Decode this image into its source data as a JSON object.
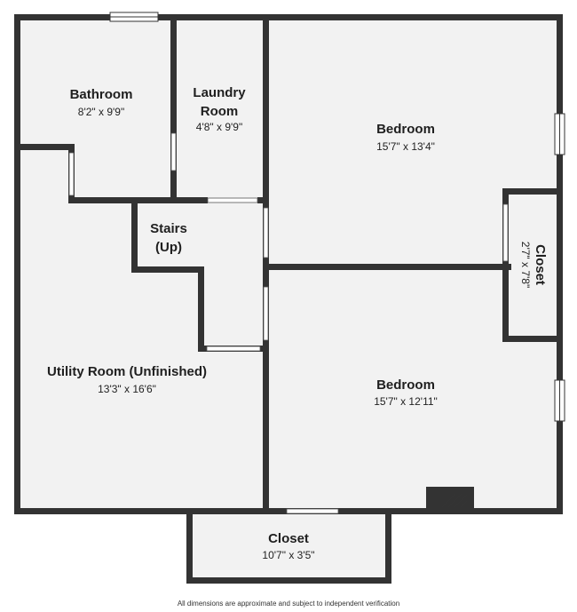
{
  "colors": {
    "wall": "#333333",
    "floor": "#f2f2f2",
    "opening": "#ffffff",
    "background": "#ffffff"
  },
  "rooms": {
    "bathroom": {
      "name": "Bathroom",
      "dims": "8'2\" x 9'9\""
    },
    "laundry": {
      "name_line1": "Laundry",
      "name_line2": "Room",
      "dims": "4'8\" x 9'9\""
    },
    "bedroom_upper": {
      "name": "Bedroom",
      "dims": "15'7\" x 13'4\""
    },
    "stairs": {
      "name_line1": "Stairs",
      "name_line2": "(Up)"
    },
    "closet_right": {
      "name": "Closet",
      "dims": "2'7\" x 7'8\""
    },
    "utility": {
      "name": "Utility Room (Unfinished)",
      "dims": "13'3\" x 16'6\""
    },
    "bedroom_lower": {
      "name": "Bedroom",
      "dims": "15'7\" x 12'11\""
    },
    "closet_bottom": {
      "name": "Closet",
      "dims": "10'7\" x 3'5\""
    }
  },
  "icons": [
    "fireplace-icon",
    "window-icon",
    "door-opening-icon"
  ],
  "disclaimer": "All dimensions are approximate and subject to independent verification"
}
